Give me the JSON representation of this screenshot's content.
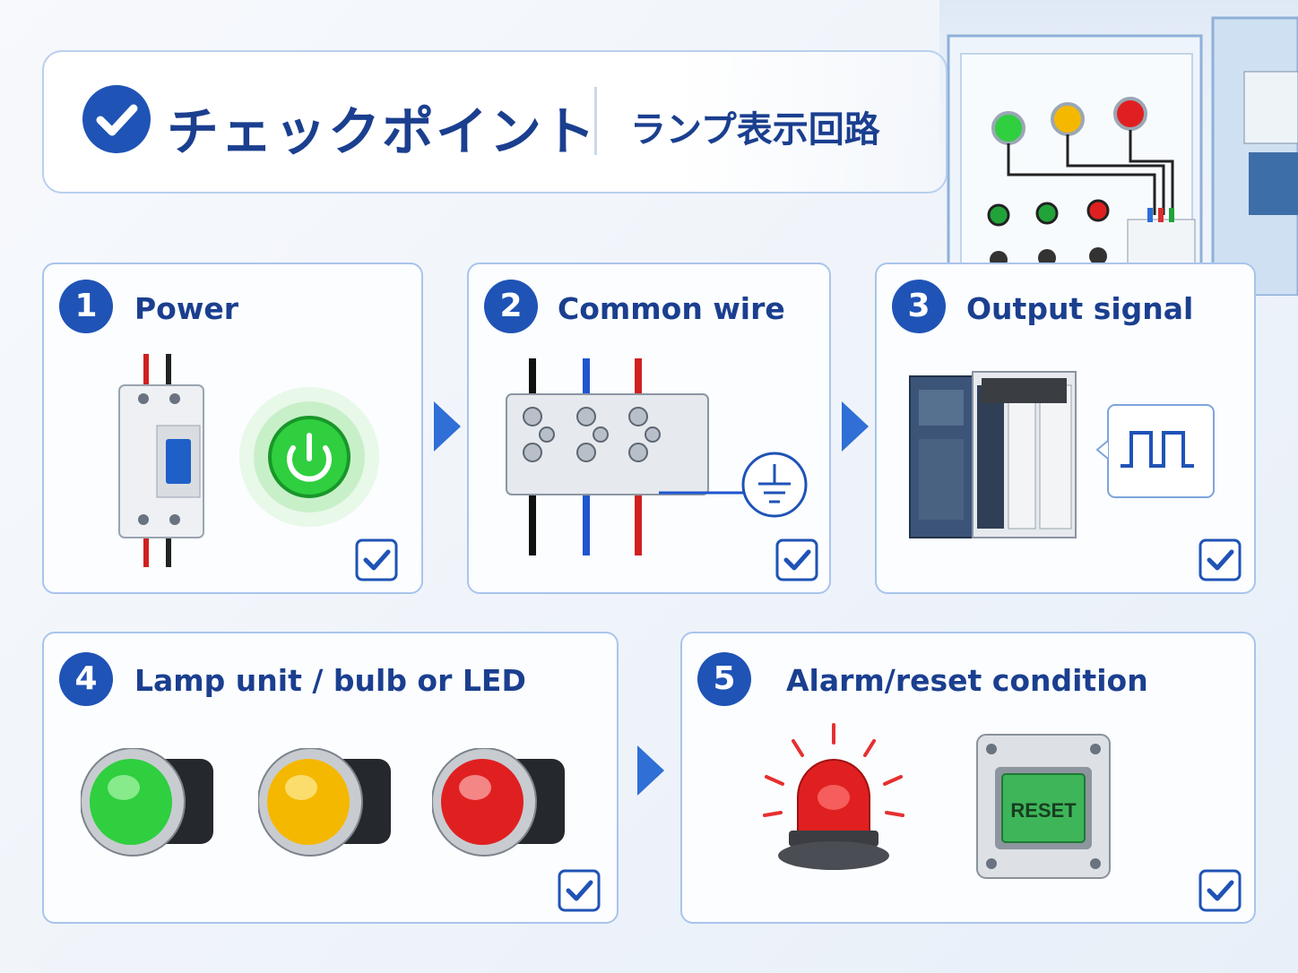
{
  "header": {
    "title": "チェックポイント",
    "subtitle": "ランプ表示回路"
  },
  "steps": [
    {
      "number": "1",
      "label": "Power"
    },
    {
      "number": "2",
      "label": "Common wire"
    },
    {
      "number": "3",
      "label": "Output signal"
    },
    {
      "number": "4",
      "label": "Lamp unit / bulb or LED"
    },
    {
      "number": "5",
      "label": "Alarm/reset condition"
    }
  ],
  "reset_button_text": "RESET",
  "colors": {
    "primary_blue": "#1f53b6",
    "lamp_green": "#2fcf3f",
    "lamp_yellow": "#f5b800",
    "lamp_red": "#e02020"
  },
  "icons": [
    "check-circle-icon",
    "breaker-icon",
    "power-icon",
    "terminal-block-icon",
    "ground-icon",
    "plc-icon",
    "pulse-signal-icon",
    "pilot-lamp-icon",
    "beacon-icon",
    "reset-button-icon",
    "checkbox-icon",
    "arrow-right-icon"
  ]
}
